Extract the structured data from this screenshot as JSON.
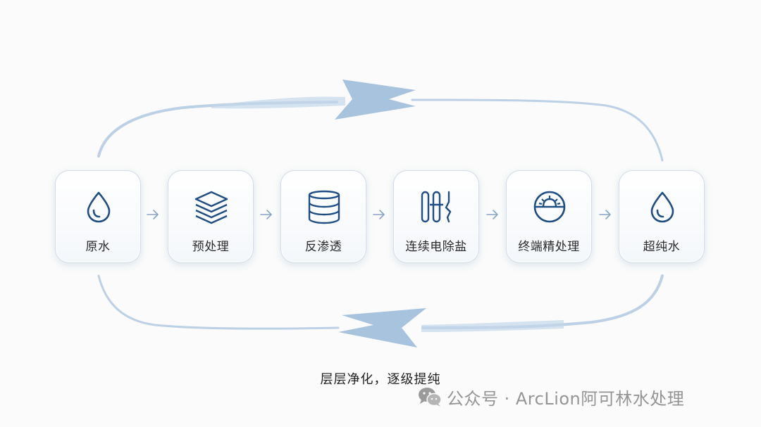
{
  "diagram": {
    "steps": [
      {
        "label": "原水",
        "icon": "water-drop-icon"
      },
      {
        "label": "预处理",
        "icon": "layers-icon"
      },
      {
        "label": "反渗透",
        "icon": "membrane-stack-icon"
      },
      {
        "label": "连续电除盐",
        "icon": "electrode-icon"
      },
      {
        "label": "终端精处理",
        "icon": "polishing-filter-icon"
      },
      {
        "label": "超纯水",
        "icon": "water-drop-icon"
      }
    ],
    "caption": "层层净化，逐级提纯",
    "colors": {
      "accent": "#1f4e84",
      "loop": "#b6cde2",
      "loop_head": "#a9c4de",
      "arrow": "#8aa6c3"
    }
  },
  "watermark": {
    "text": "公众号 · ArcLion阿可林水处理",
    "icon": "wechat-logo-icon"
  }
}
